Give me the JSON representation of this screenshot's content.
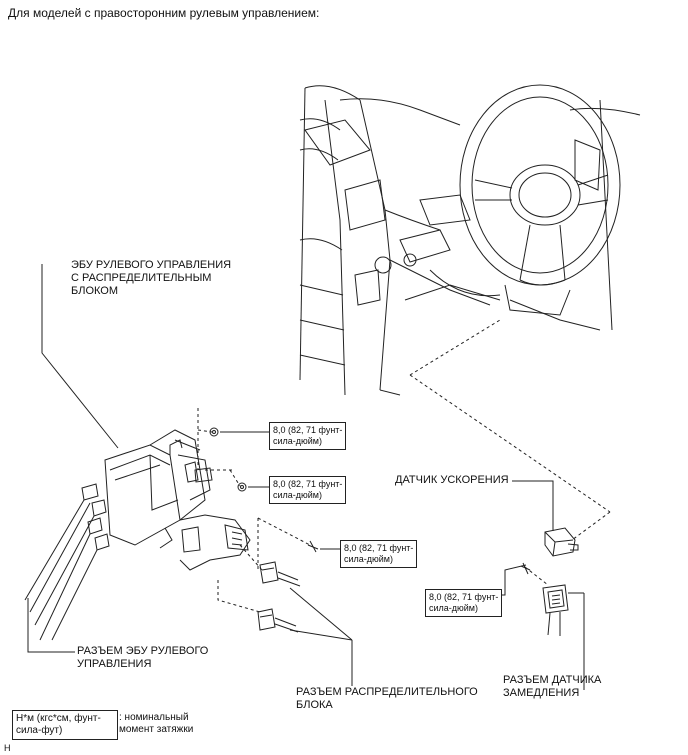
{
  "heading": "Для моделей с правосторонним рулевым управлением:",
  "labels": {
    "ecu": "ЭБУ РУЛЕВОГО УПРАВЛЕНИЯ\nС РАСПРЕДЕЛИТЕЛЬНЫМ\nБЛОКОМ",
    "ecu_connector": "РАЗЪЕМ ЭБУ РУЛЕВОГО\nУПРАВЛЕНИЯ",
    "junction_connector": "РАЗЪЕМ РАСПРЕДЕЛИТЕЛЬНОГО\nБЛОКА",
    "accel_sensor": "ДАТЧИК УСКОРЕНИЯ",
    "decel_connector": "РАЗЪЕМ ДАТЧИКА\nЗАМЕДЛЕНИЯ"
  },
  "torque": {
    "t1": "8,0 (82, 71 фунт-\nсила-дюйм)",
    "t2": "8,0 (82, 71 фунт-\nсила-дюйм)",
    "t3": "8,0 (82, 71 фунт-\nсила-дюйм)",
    "t4": "8,0 (82, 71 фунт-\nсила-дюйм)"
  },
  "legend": {
    "units": "Н*м (кгс*см, фунт-\nсила-фут)",
    "meaning": ": номинальный\nмомент затяжки"
  },
  "figure_code": "H"
}
